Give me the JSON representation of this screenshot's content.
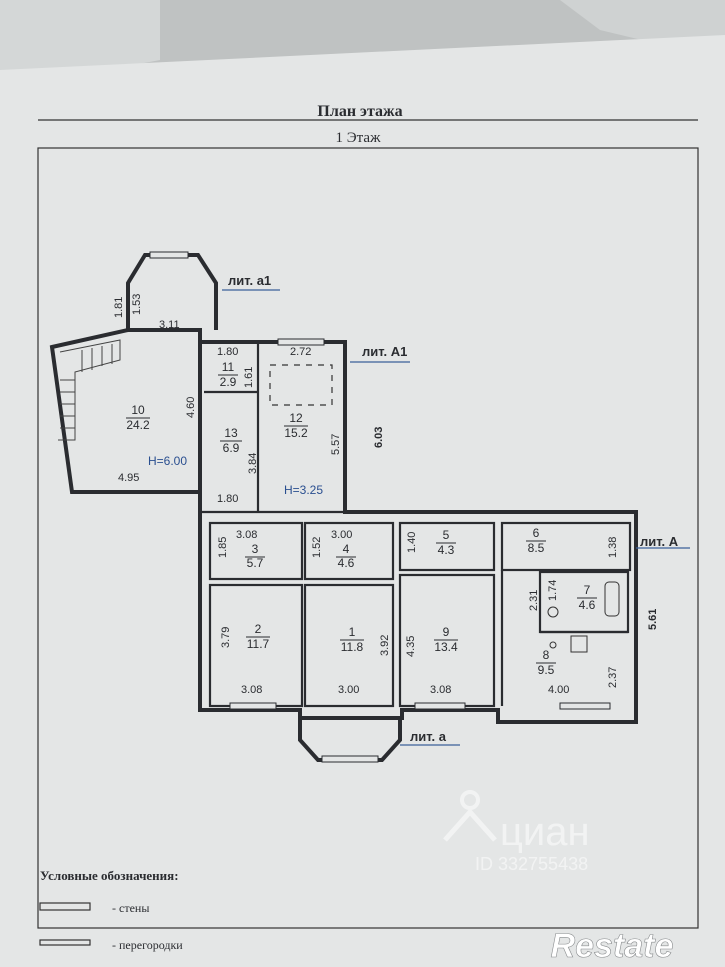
{
  "header": {
    "title": "План этажа",
    "subtitle": "1 Этаж"
  },
  "lit_labels": {
    "a1": "лит. а1",
    "A1": "лит. А1",
    "A": "лит. А",
    "a": "лит. а"
  },
  "rooms": [
    {
      "num": "1",
      "area": "11.8"
    },
    {
      "num": "2",
      "area": "11.7"
    },
    {
      "num": "3",
      "area": "5.7"
    },
    {
      "num": "4",
      "area": "4.6"
    },
    {
      "num": "5",
      "area": "4.3"
    },
    {
      "num": "6",
      "area": "8.5"
    },
    {
      "num": "7",
      "area": "4.6"
    },
    {
      "num": "8",
      "area": "9.5"
    },
    {
      "num": "9",
      "area": "13.4"
    },
    {
      "num": "10",
      "area": "24.2"
    },
    {
      "num": "11",
      "area": "2.9"
    },
    {
      "num": "12",
      "area": "15.2"
    },
    {
      "num": "13",
      "area": "6.9"
    }
  ],
  "heights": {
    "h_lit_a1": "H=6.00",
    "h_lit_A1": "H=3.25"
  },
  "dimensions": {
    "d_181": "1.81",
    "d_153": "1.53",
    "d_311": "3.11",
    "d_460": "4.60",
    "d_495": "4.95",
    "d_180a": "1.80",
    "d_161": "1.61",
    "d_272": "2.72",
    "d_557": "5.57",
    "d_603": "6.03",
    "d_384": "3.84",
    "d_180b": "1.80",
    "d_308a": "3.08",
    "d_185": "1.85",
    "d_300a": "3.00",
    "d_152": "1.52",
    "d_140": "1.40",
    "d_138": "1.38",
    "d_231": "2.31",
    "d_174": "1.74",
    "d_561": "5.61",
    "d_379": "3.79",
    "d_392": "3.92",
    "d_435": "4.35",
    "d_237": "2.37",
    "d_308b": "3.08",
    "d_300b": "3.00",
    "d_308c": "3.08",
    "d_400": "4.00"
  },
  "legend": {
    "title": "Условные обозначения:",
    "walls": "- стены",
    "partitions": "- перегородки"
  },
  "watermarks": {
    "cian_text": "циан",
    "cian_id": "ID 332755438",
    "brand": "Restate"
  },
  "colors": {
    "background": "#bfc2c2",
    "paper": "#e4e6e6",
    "ink": "#2a2c30",
    "lit_leader": "#3a5f9a"
  }
}
